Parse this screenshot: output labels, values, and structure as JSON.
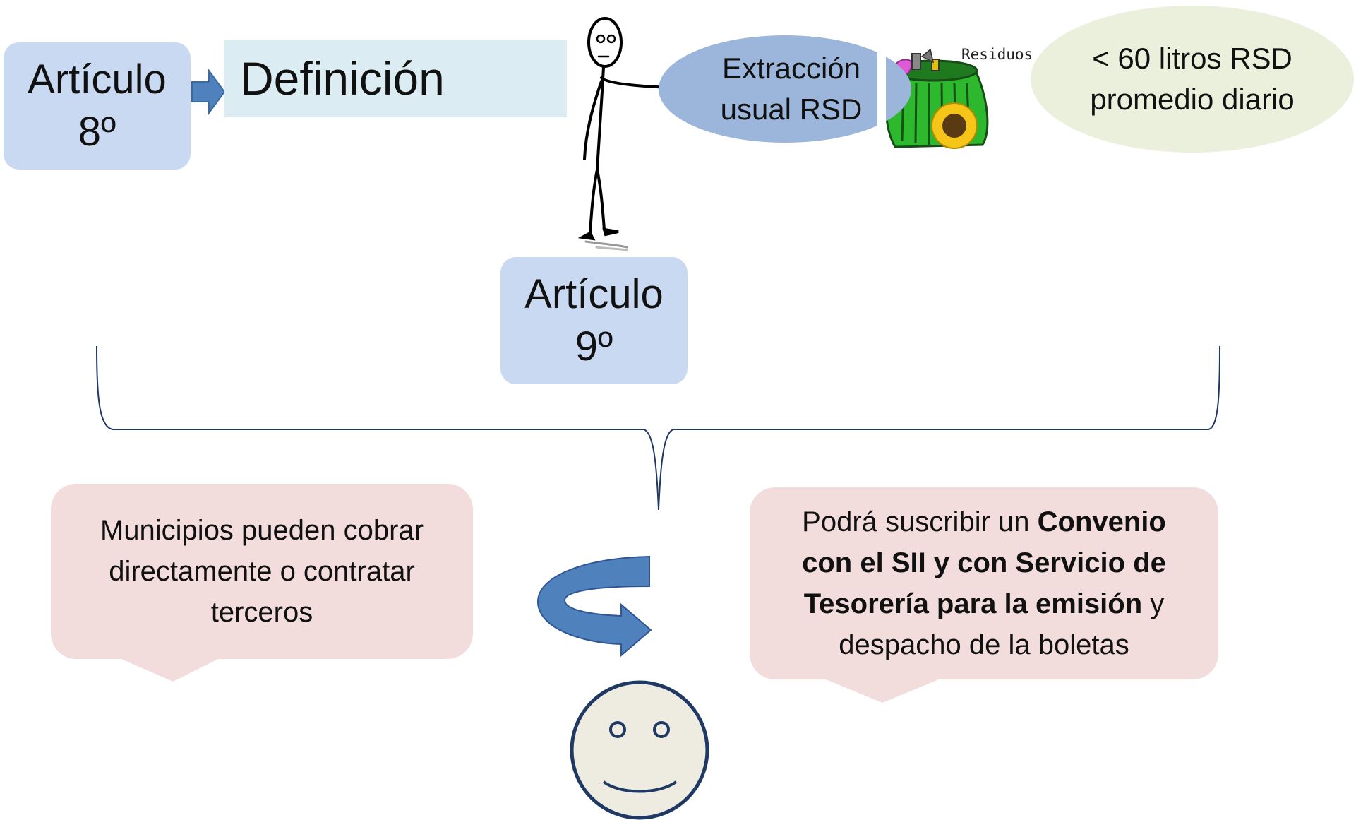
{
  "articulo8": {
    "line1": "Artículo",
    "line2": "8º"
  },
  "definicion": "Definición",
  "extraccion": {
    "line1": "Extracción",
    "line2": "usual RSD"
  },
  "residuos_label": "Residuos",
  "limite": {
    "line1": "< 60 litros RSD",
    "line2": "promedio diario"
  },
  "articulo9": {
    "line1": "Artículo",
    "line2": "9º"
  },
  "municipios": {
    "line1": "Municipios pueden cobrar",
    "line2": "directamente o contratar",
    "line3": "terceros"
  },
  "convenio": {
    "part1": "Podrá suscribir un ",
    "part2_bold": "Convenio con el SII y con Servicio de Tesorería para la emisión",
    "part3": " y despacho de la boletas"
  },
  "colors": {
    "articulo_box": "#c9d9f1",
    "definicion_box": "#dbecf3",
    "ellipse_blue": "#9bb5db",
    "ellipse_green": "#ebf0dd",
    "callout_pink": "#f2dcdc",
    "arrow_blue": "#4f81bd",
    "brace_navy": "#1f3864"
  },
  "icons": [
    "stick-figure-icon",
    "trash-can-icon",
    "curved-arrow-icon",
    "smiley-face-icon",
    "right-arrow-icon"
  ]
}
